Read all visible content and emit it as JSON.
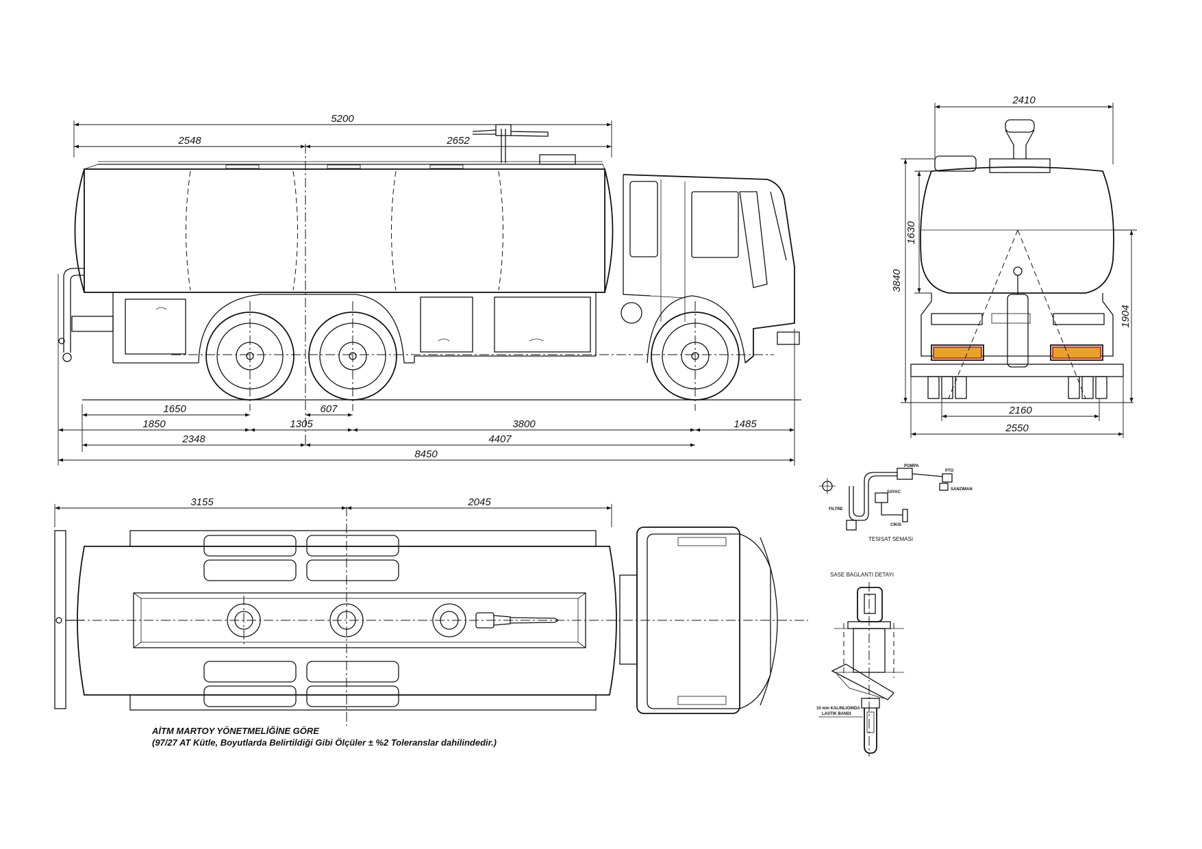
{
  "side_view": {
    "dims": {
      "overall_tank": "5200",
      "tank_front": "2548",
      "tank_rear": "2652",
      "d1650": "1650",
      "d607": "607",
      "d1850": "1850",
      "d1305": "1305",
      "d3800": "3800",
      "d1485": "1485",
      "d2348": "2348",
      "d4407": "4407",
      "d8450": "8450"
    }
  },
  "top_view": {
    "dims": {
      "d3155": "3155",
      "d2045": "2045"
    }
  },
  "rear_view": {
    "dims": {
      "width_top": "2410",
      "height_total": "3840",
      "height_tank": "1630",
      "height_lower": "1904",
      "track": "2160",
      "width_total": "2550"
    }
  },
  "schematic": {
    "title": "TESISAT SEMASI",
    "labels": {
      "pump": "POMPA",
      "pto": "PTO",
      "gearbox": "SANZIMAN",
      "meter": "SAYAC",
      "filter": "FILTRE",
      "outlet": "CIKIS"
    }
  },
  "chassis_detail": {
    "title": "SASE BAGLANTI DETAYI",
    "rubber_line1": "10 mm  KALINLIGINDA",
    "rubber_line2": "LASTIK BANDI"
  },
  "notes": {
    "line1": "AİTM MARTOY YÖNETMELİĞİNE GÖRE",
    "line2": "(97/27 AT Kütle, Boyutlarda Belirtildiği Gibi Ölçüler  ± %2 Toleranslar dahilindedir.)"
  }
}
